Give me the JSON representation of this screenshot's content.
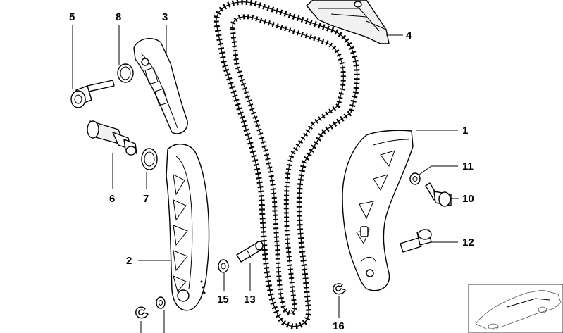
{
  "diagram": {
    "callouts": [
      {
        "id": "c1",
        "text": "1"
      },
      {
        "id": "c2",
        "text": "2"
      },
      {
        "id": "c3",
        "text": "3"
      },
      {
        "id": "c4",
        "text": "4"
      },
      {
        "id": "c5",
        "text": "5"
      },
      {
        "id": "c6",
        "text": "6"
      },
      {
        "id": "c7",
        "text": "7"
      },
      {
        "id": "c8",
        "text": "8"
      },
      {
        "id": "c10",
        "text": "10"
      },
      {
        "id": "c11",
        "text": "11"
      },
      {
        "id": "c12",
        "text": "12"
      },
      {
        "id": "c13",
        "text": "13"
      },
      {
        "id": "c15",
        "text": "15"
      },
      {
        "id": "c16",
        "text": "16"
      }
    ]
  }
}
